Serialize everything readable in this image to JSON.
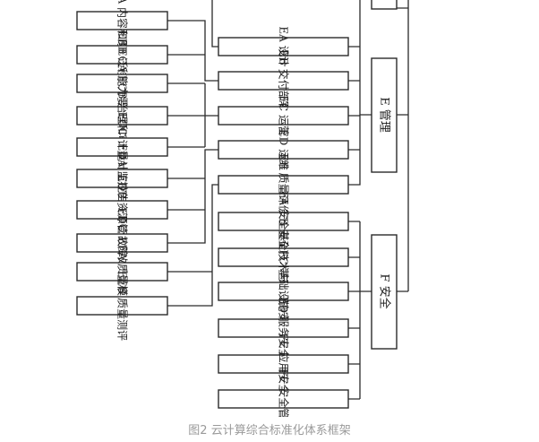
{
  "caption": "图2 云计算综合标准化体系框架",
  "nodes": {
    "e_management": "E 管理",
    "f_security": "F 安全",
    "ea": "EA 设计",
    "eb": "EB 交付部署",
    "ec": "EC 运营",
    "ed": "ED 运维",
    "ee": "EE 质量评价",
    "eba": "EBA 内容和原则",
    "ebb": "EBB 迁移",
    "eca": "ECA 能力要求",
    "ecb": "ECB 治理和审计",
    "ecc": "ECC 计量计费",
    "eda": "EDA 监控告警",
    "edb": "EDB 资源管理",
    "edc": "EDC 故障处理",
    "eea": "EEA 质量模型",
    "eeb": "EEB 质量测评",
    "fa": "FA 安全基础",
    "fb": "FB 安全技术与产品",
    "fc": "FC 基础设施安全",
    "fd": "FD 服务安全",
    "fe": "FE 应用安全",
    "ff": "FF 安全管理"
  }
}
